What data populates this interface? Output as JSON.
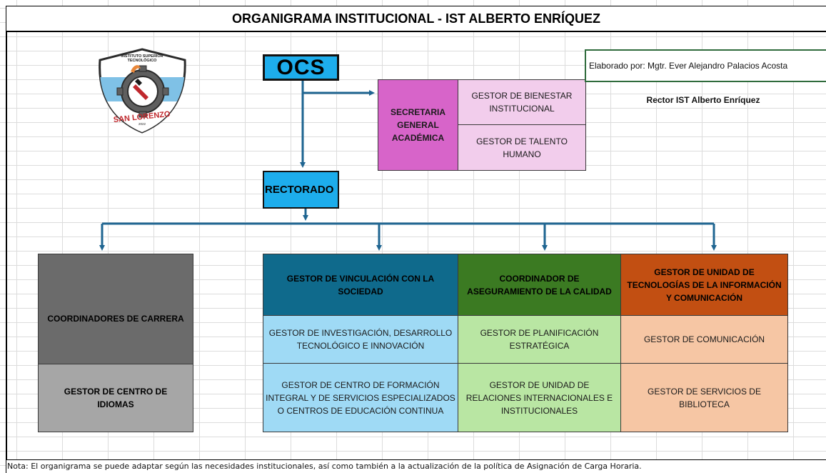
{
  "title": "ORGANIGRAMA INSTITUCIONAL - IST ALBERTO ENRÍQUEZ",
  "logo": {
    "top_text": "INSTITUTO SUPERIOR TECNOLÓGICO",
    "bottom_text": "SAN LORENZO",
    "year": "2022"
  },
  "ocs": "OCS",
  "rectorado": "RECTORADO",
  "secretaria": {
    "label": "SECRETARIA GENERAL ACADÉMICA",
    "items": [
      "GESTOR DE BIENESTAR INSTITUCIONAL",
      "GESTOR DE TALENTO HUMANO"
    ]
  },
  "credit": "Elaborado por: Mgtr. Ever Alejandro Palacios Acosta",
  "rector": "Rector IST Alberto Enríquez",
  "columns": [
    {
      "header": "COORDINADORES DE CARRERA",
      "items": [
        "GESTOR DE CENTRO DE IDIOMAS"
      ]
    },
    {
      "header": "GESTOR DE VINCULACIÓN CON LA SOCIEDAD",
      "items": [
        "GESTOR DE INVESTIGACIÓN, DESARROLLO TECNOLÓGICO E INNOVACIÓN",
        "GESTOR DE CENTRO DE FORMACIÓN INTEGRAL Y DE SERVICIOS ESPECIALIZADOS O CENTROS DE EDUCACIÓN CONTINUA"
      ]
    },
    {
      "header": "COORDINADOR DE ASEGURAMIENTO DE LA CALIDAD",
      "items": [
        "GESTOR DE PLANIFICACIÓN ESTRATÉGICA",
        "GESTOR DE UNIDAD DE RELACIONES INTERNACIONALES E INSTITUCIONALES"
      ]
    },
    {
      "header": "GESTOR DE UNIDAD DE TECNOLOGÍAS DE LA INFORMACIÓN Y COMUNICACIÓN",
      "items": [
        "GESTOR DE COMUNICACIÓN",
        "GESTOR DE SERVICIOS DE BIBLIOTECA"
      ]
    }
  ],
  "note": "Nota: El organigrama se puede adaptar según las necesidades institucionales, así como también a la actualización de la política de Asignación de Carga Horaria.",
  "colors": {
    "ocs": "#1dadec",
    "secretaria": "#d764c9",
    "secretaria_items": "#f2cdec",
    "coordinadores": "#6b6b6b",
    "idiomas": "#a6a6a6",
    "vinculacion_header": "#0f6a8c",
    "vinculacion_items": "#9fdaf5",
    "calidad_header": "#3b7a22",
    "calidad_items": "#b9e6a3",
    "tic_header": "#c24f12",
    "tic_items": "#f6c6a4",
    "connector": "#1f6591"
  }
}
